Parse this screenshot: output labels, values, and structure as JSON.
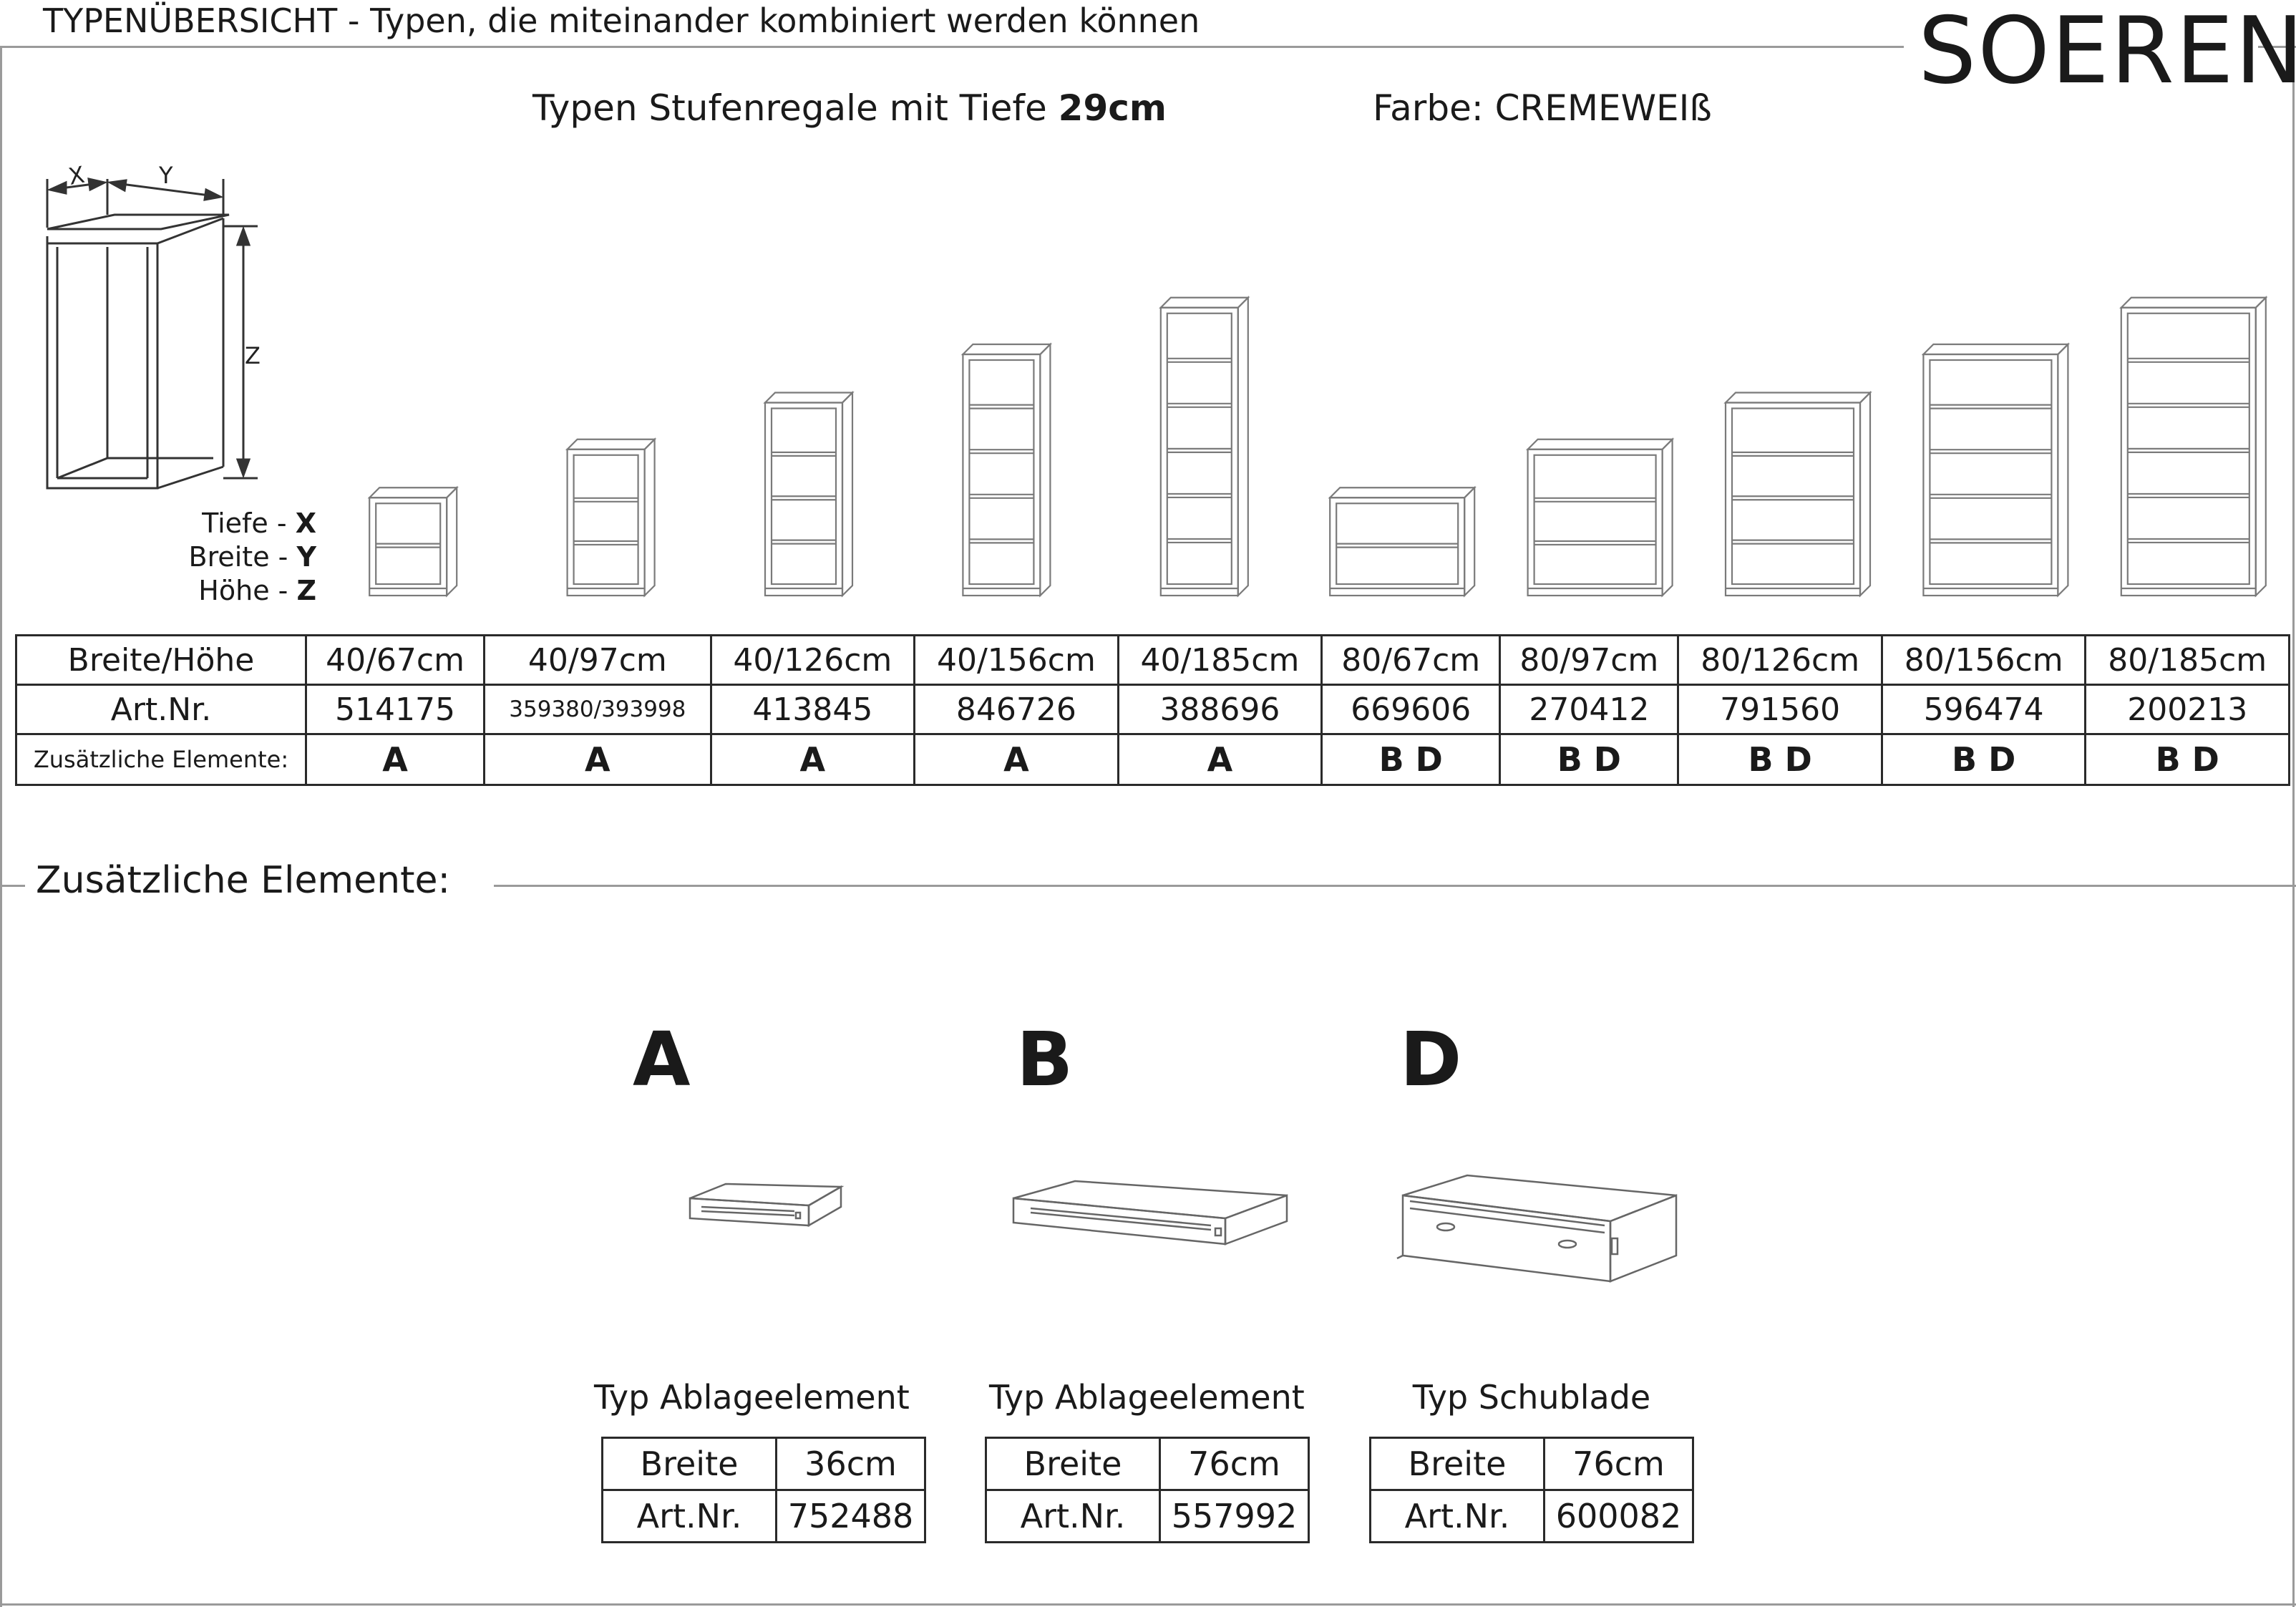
{
  "header": {
    "title": "TYPENÜBERSICHT - Typen, die miteinander kombiniert werden können",
    "brand": "SOEREN",
    "subtitle_prefix": "Typen Stufenregale mit Tiefe ",
    "subtitle_depth": "29cm",
    "colour": "Farbe: CREMEWEIß"
  },
  "dimension_diagram": {
    "axis_x": "X",
    "axis_y": "Y",
    "axis_z": "Z",
    "legend": [
      {
        "label": "Tiefe - ",
        "axis": "X"
      },
      {
        "label": "Breite - ",
        "axis": "Y"
      },
      {
        "label": "Höhe - ",
        "axis": "Z"
      }
    ]
  },
  "types_table": {
    "row_labels": [
      "Breite/Höhe",
      "Art.Nr.",
      "Zusätzliche Elemente:"
    ],
    "columns": [
      {
        "size": "40/67cm",
        "art": "514175",
        "extra": "A",
        "width": 40,
        "height": 67
      },
      {
        "size": "40/97cm",
        "art": "359380/393998",
        "extra": "A",
        "width": 40,
        "height": 97
      },
      {
        "size": "40/126cm",
        "art": "413845",
        "extra": "A",
        "width": 40,
        "height": 126
      },
      {
        "size": "40/156cm",
        "art": "846726",
        "extra": "A",
        "width": 40,
        "height": 156
      },
      {
        "size": "40/185cm",
        "art": "388696",
        "extra": "A",
        "width": 40,
        "height": 185
      },
      {
        "size": "80/67cm",
        "art": "669606",
        "extra": "B D",
        "width": 80,
        "height": 67
      },
      {
        "size": "80/97cm",
        "art": "270412",
        "extra": "B D",
        "width": 80,
        "height": 97
      },
      {
        "size": "80/126cm",
        "art": "791560",
        "extra": "B D",
        "width": 80,
        "height": 126
      },
      {
        "size": "80/156cm",
        "art": "596474",
        "extra": "B D",
        "width": 80,
        "height": 156
      },
      {
        "size": "80/185cm",
        "art": "200213",
        "extra": "B D",
        "width": 80,
        "height": 185
      }
    ]
  },
  "elements_section": {
    "title": "Zusätzliche Elemente:",
    "items": [
      {
        "letter": "A",
        "type": "Typ Ablageelement",
        "width_label": "Breite",
        "width": "36cm",
        "art_label": "Art.Nr.",
        "art": "752488"
      },
      {
        "letter": "B",
        "type": "Typ Ablageelement",
        "width_label": "Breite",
        "width": "76cm",
        "art_label": "Art.Nr.",
        "art": "557992"
      },
      {
        "letter": "D",
        "type": "Typ Schublade",
        "width_label": "Breite",
        "width": "76cm",
        "art_label": "Art.Nr.",
        "art": "600082"
      }
    ]
  }
}
